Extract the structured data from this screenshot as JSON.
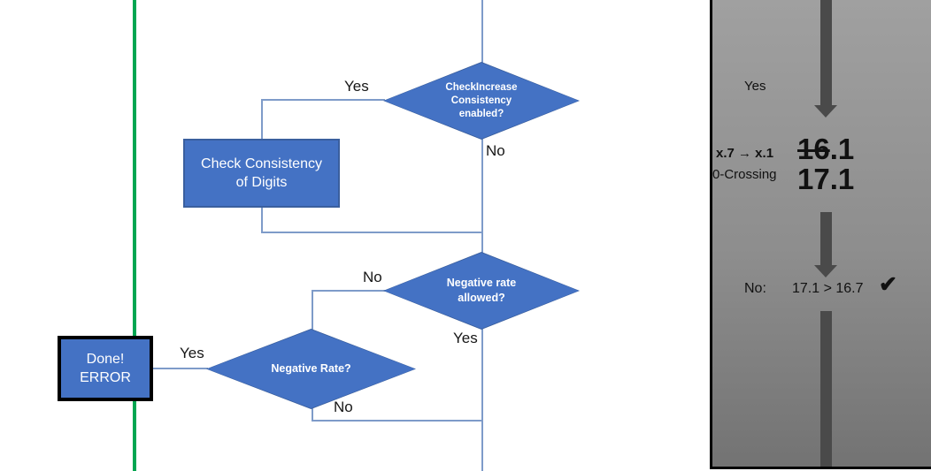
{
  "flowchart": {
    "decision_check_increase": {
      "line1": "CheckIncrease",
      "line2": "Consistency",
      "line3": "enabled?",
      "yes_label": "Yes",
      "no_label": "No"
    },
    "process_check_consistency": {
      "line1": "Check Consistency",
      "line2": "of Digits"
    },
    "decision_negative_rate_allowed": {
      "line1": "Negative rate",
      "line2": "allowed?",
      "no_label": "No",
      "yes_label": "Yes"
    },
    "decision_negative_rate": {
      "label": "Negative Rate?",
      "yes_label": "Yes",
      "no_label": "No"
    },
    "terminal_done_error": {
      "line1": "Done!",
      "line2": "ERROR"
    }
  },
  "side_panel": {
    "yes_label": "Yes",
    "annotation_line1": "x.7 → x.1",
    "annotation_line2": "0-Crossing",
    "old_value_struck": "16",
    "old_value_rest": ".1",
    "new_value": "17.1",
    "comparison_no_label": "No:",
    "comparison_expression": "17.1 > 16.7",
    "comparison_checkmark": "✔"
  },
  "colors": {
    "shape_fill": "#4472C4",
    "shape_border": "#3A5F9E",
    "connector_blue": "#7E9BC9",
    "divider_green": "#00A651",
    "panel_gray_top": "#A0A0A0",
    "panel_gray_bottom": "#737373",
    "panel_arrow_gray": "#4A4A4A",
    "done_border": "#000000",
    "text_dark": "#161616",
    "text_white": "#FFFFFF"
  }
}
